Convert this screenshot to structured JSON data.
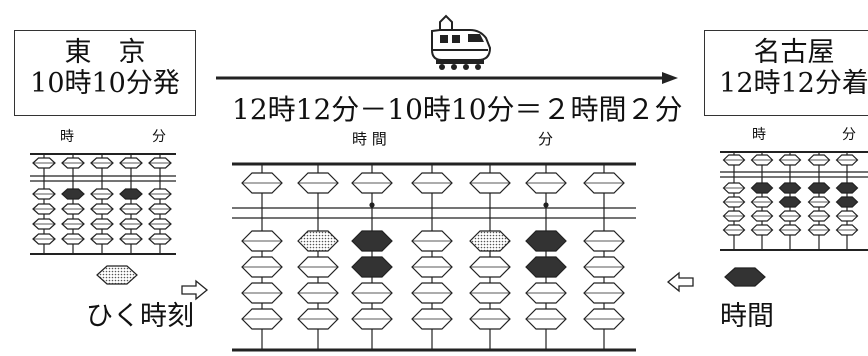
{
  "left_box": {
    "line1": "東　京",
    "line2": "10時10分発"
  },
  "right_box": {
    "line1": "名古屋",
    "line2": "12時12分着"
  },
  "equation": "12時12分－10時10分＝２時間２分",
  "small_abacus_labels": {
    "hours": "時",
    "minutes": "分"
  },
  "center_labels": {
    "hours": "時 間",
    "minutes": "分"
  },
  "legend_subtract": "ひく時刻",
  "legend_duration": "時間",
  "icons": [
    "train-icon",
    "right-arrow-icon",
    "left-arrow-icon",
    "dotted-bead-icon",
    "dark-bead-icon"
  ],
  "colors": {
    "dark_bead": "#333333",
    "dotted_bead": "#c9c9c9",
    "line": "#222222"
  },
  "abacus_values": {
    "left_departure": [
      0,
      1,
      0,
      1,
      0
    ],
    "right_arrival": [
      0,
      1,
      2,
      1,
      2
    ],
    "center_subtract": [
      0,
      1,
      0,
      0,
      1,
      0,
      0
    ],
    "center_duration": [
      0,
      0,
      2,
      0,
      0,
      2,
      0
    ]
  }
}
